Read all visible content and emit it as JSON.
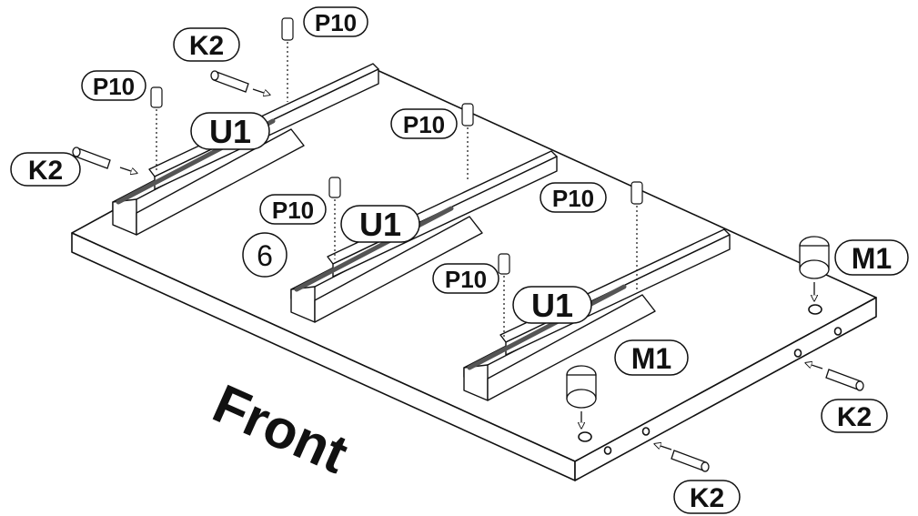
{
  "step_number": "6",
  "front_label": "Front",
  "labels": {
    "k2_a": "K2",
    "k2_b": "K2",
    "k2_c": "K2",
    "k2_d": "K2",
    "p10_a": "P10",
    "p10_b": "P10",
    "p10_c": "P10",
    "p10_d": "P10",
    "p10_e": "P10",
    "p10_f": "P10",
    "u1_a": "U1",
    "u1_b": "U1",
    "u1_c": "U1",
    "m1_a": "M1",
    "m1_b": "M1"
  },
  "colors": {
    "line": "#111111",
    "fill": "#ffffff",
    "shade": "#6b6b6b"
  }
}
